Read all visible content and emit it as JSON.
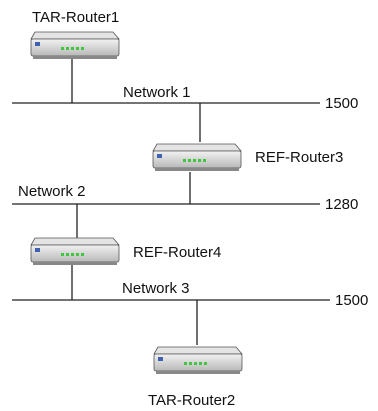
{
  "routers": [
    {
      "id": "tar1",
      "label": "TAR-Router1"
    },
    {
      "id": "ref3",
      "label": "REF-Router3"
    },
    {
      "id": "ref4",
      "label": "REF-Router4"
    },
    {
      "id": "tar2",
      "label": "TAR-Router2"
    }
  ],
  "networks": [
    {
      "id": "net1",
      "label": "Network 1",
      "mtu": "1500"
    },
    {
      "id": "net2",
      "label": "Network 2",
      "mtu": "1280"
    },
    {
      "id": "net3",
      "label": "Network 3",
      "mtu": "1500"
    }
  ],
  "colors": {
    "line": "#222222",
    "router_body": "#cfcfcf",
    "router_top": "#e6e6e6",
    "router_side": "#9a9a9a",
    "router_leds": "#3fc83f",
    "router_port": "#4060b0"
  }
}
